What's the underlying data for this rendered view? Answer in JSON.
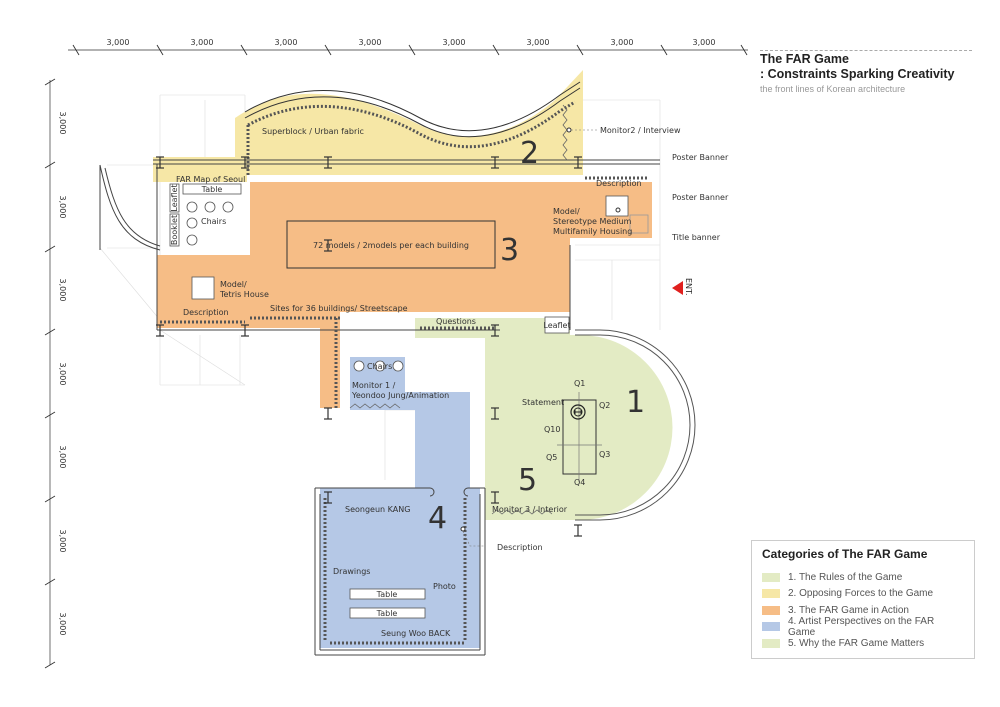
{
  "title": {
    "line1": "The FAR Game",
    "line2": ": Constraints Sparking Creativity",
    "subtitle": "the front lines of Korean architecture"
  },
  "dimensions": {
    "top": [
      "3,000",
      "3,000",
      "3,000",
      "3,000",
      "3,000",
      "3,000",
      "3,000",
      "3,000"
    ],
    "left": [
      "3,000",
      "3,000",
      "3,000",
      "3,000",
      "3,000",
      "3,000",
      "3,000"
    ]
  },
  "zone_numbers": {
    "z1": "1",
    "z2": "2",
    "z3": "3",
    "z4": "4",
    "z5": "5"
  },
  "labels": {
    "superblock": "Superblock / Urban fabric",
    "monitor2": "Monitor2 / Interview",
    "poster_banner_1": "Poster Banner",
    "poster_banner_2": "Poster Banner",
    "title_banner": "Title banner",
    "description_top": "Description",
    "far_map": "FAR Map of Seoul",
    "table_top": "Table",
    "leaflet_vertical": "Leaflet",
    "booklet_vertical": "Booklet",
    "chairs_top": "Chairs",
    "models": "72 models / 2models per each building",
    "model_stereotype_1": "Model/",
    "model_stereotype_2": "Stereotype Medium",
    "model_stereotype_3": "Multifamily Housing",
    "model_tetris_1": "Model/",
    "model_tetris_2": "Tetris House",
    "description_left": "Description",
    "sites": "Sites for 36 buildings/ Streetscape",
    "questions": "Questions",
    "leaflet_box": "Leaflet",
    "entrance": "ENT.",
    "chairs_mid": "Chairs",
    "monitor1_1": "Monitor 1  /",
    "monitor1_2": "Yeondoo Jung/Animation",
    "statement": "Statement",
    "q1": "Q1",
    "q2": "Q2",
    "q3": "Q3",
    "q4": "Q4",
    "q5": "Q5",
    "q10": "Q10",
    "monitor3": "Monitor 3 / Interior",
    "description_bottom": "Description",
    "seongeun": "Seongeun KANG",
    "drawings": "Drawings",
    "photo": "Photo",
    "table_a": "Table",
    "table_b": "Table",
    "seungwoo": "Seung Woo BACK"
  },
  "legend": {
    "title": "Categories of The FAR Game",
    "items": [
      {
        "label": "1. The Rules of the Game",
        "color": "#e3ebc4"
      },
      {
        "label": "2. Opposing Forces to the Game",
        "color": "#f6e7a6"
      },
      {
        "label": "3. The FAR Game in Action",
        "color": "#f6bd86"
      },
      {
        "label": "4. Artist Perspectives on the FAR Game",
        "color": "#b5c8e6"
      },
      {
        "label": "5. Why the FAR Game Matters",
        "color": "#e3ebc4"
      }
    ]
  },
  "colors": {
    "zone_green": "#e3ebc4",
    "zone_yellow": "#f6e7a6",
    "zone_orange": "#f6bd86",
    "zone_blue": "#b5c8e6",
    "entrance_marker": "#e0201e"
  }
}
